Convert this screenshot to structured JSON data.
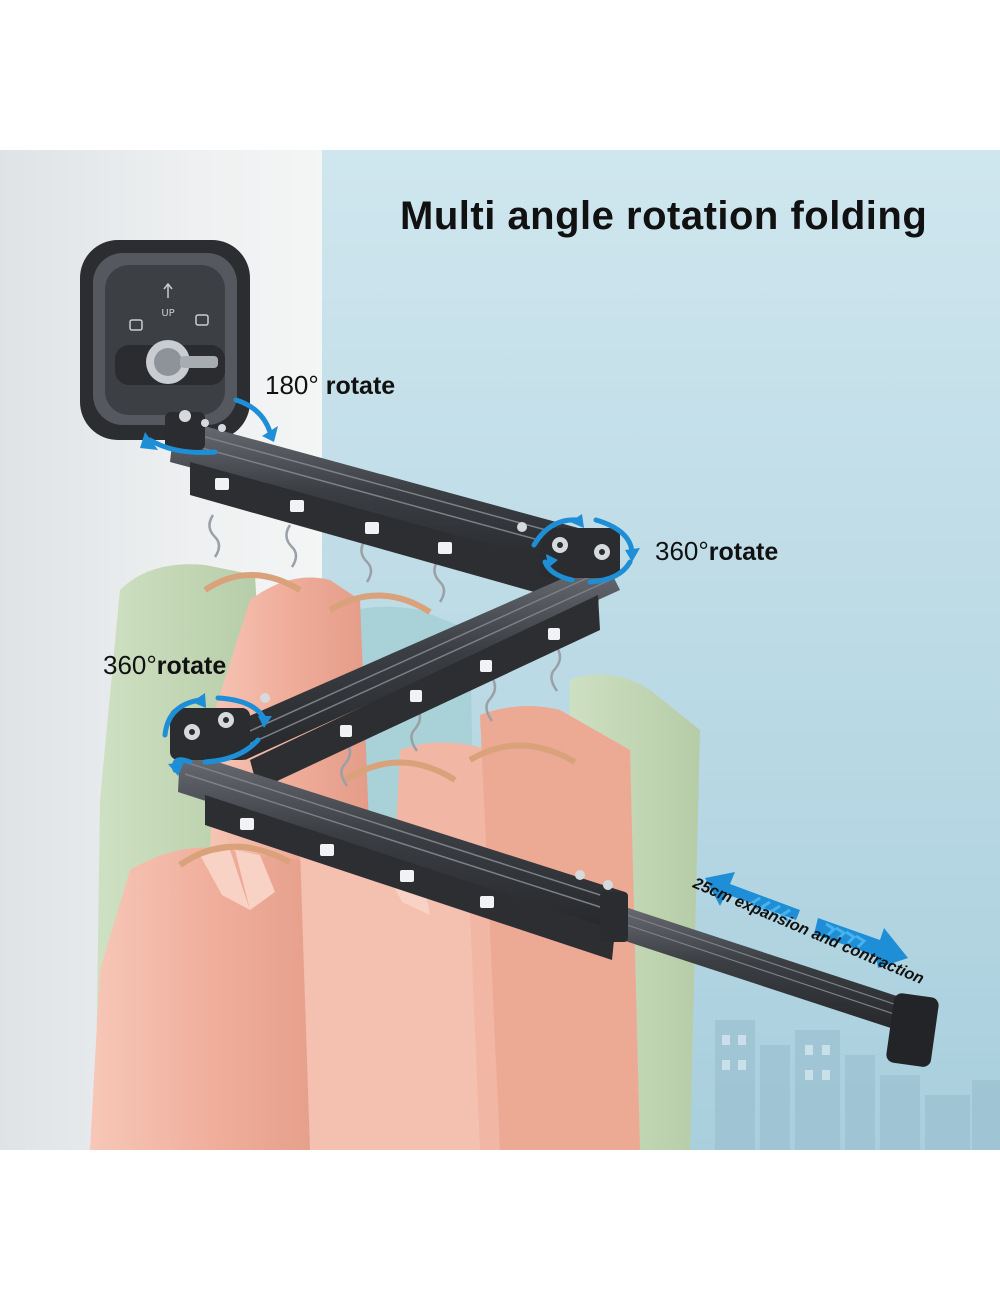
{
  "title": "Multi angle rotation folding",
  "rotate_180": {
    "degree": "180°",
    "word": "rotate"
  },
  "rotate_360_right": {
    "degree": "360°",
    "word": "rotate"
  },
  "rotate_360_left": {
    "degree": "360°",
    "word": "rotate"
  },
  "expansion": "25cm expansion and contraction",
  "mount_labels": {
    "up": "UP"
  },
  "colors": {
    "wall": "#e9ecee",
    "sky": "#bcd9e4",
    "rack": "#3a3d42",
    "arrow": "#1e8fd6",
    "shirt_pink": "#f2b6a4",
    "shirt_green": "#c3d8b6",
    "shirt_blue": "#a9d2d8"
  }
}
